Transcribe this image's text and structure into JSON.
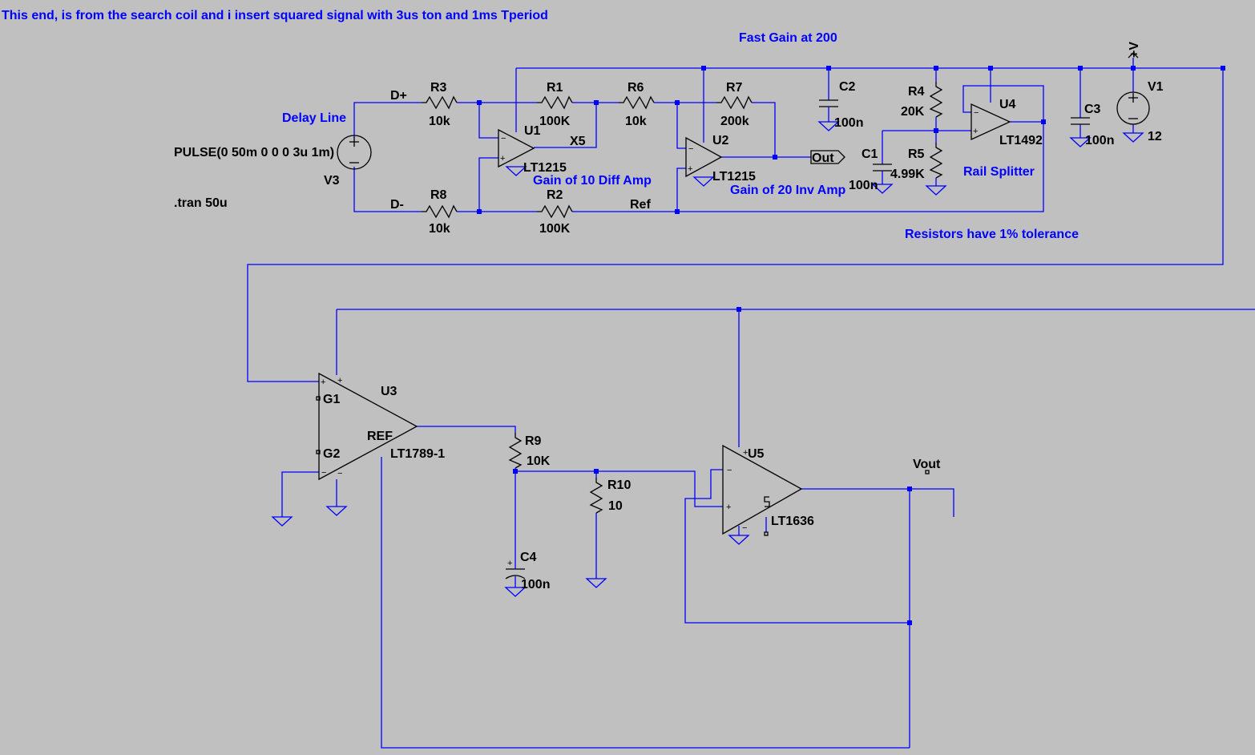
{
  "comments": {
    "header": "This end, is from the search coil and i insert squared signal with 3us ton and 1ms Tperiod",
    "fast_gain": "Fast Gain at 200",
    "delay_line": "Delay Line",
    "gain_diff": "Gain of 10 Diff Amp",
    "gain_inv": "Gain of 20 Inv Amp",
    "rail_splitter": "Rail Splitter",
    "tolerance": "Resistors have 1% tolerance"
  },
  "directives": {
    "tran": ".tran 50u"
  },
  "nets": {
    "dplus": "D+",
    "dminus": "D-",
    "x5": "X5",
    "ref": "Ref",
    "vplus": "+V",
    "out": "Out",
    "vout": "Vout"
  },
  "components": {
    "v3": {
      "name": "V3",
      "value": "PULSE(0 50m 0 0 0 3u 1m)"
    },
    "v1": {
      "name": "V1",
      "value": "12"
    },
    "r1": {
      "name": "R1",
      "value": "100K"
    },
    "r2": {
      "name": "R2",
      "value": "100K"
    },
    "r3": {
      "name": "R3",
      "value": "10k"
    },
    "r4": {
      "name": "R4",
      "value": "20K"
    },
    "r5": {
      "name": "R5",
      "value": "4.99K"
    },
    "r6": {
      "name": "R6",
      "value": "10k"
    },
    "r7": {
      "name": "R7",
      "value": "200k"
    },
    "r8": {
      "name": "R8",
      "value": "10k"
    },
    "r9": {
      "name": "R9",
      "value": "10K"
    },
    "r10": {
      "name": "R10",
      "value": "10"
    },
    "c1": {
      "name": "C1",
      "value": "100n"
    },
    "c2": {
      "name": "C2",
      "value": "100n"
    },
    "c3": {
      "name": "C3",
      "value": "100n"
    },
    "c4": {
      "name": "C4",
      "value": "100n"
    },
    "u1": {
      "name": "U1",
      "part": "LT1215"
    },
    "u2": {
      "name": "U2",
      "part": "LT1215"
    },
    "u3": {
      "name": "U3",
      "part": "LT1789-1",
      "pin_g1": "G1",
      "pin_g2": "G2",
      "pin_ref": "REF"
    },
    "u4": {
      "name": "U4",
      "part": "LT1492"
    },
    "u5": {
      "name": "U5",
      "part": "LT1636"
    }
  },
  "pin_signs": {
    "plus": "+",
    "minus": "−"
  },
  "colors": {
    "background": "#c0c0c0",
    "wire": "#0000ff",
    "symbol": "#000000",
    "comment": "#0000ff"
  }
}
